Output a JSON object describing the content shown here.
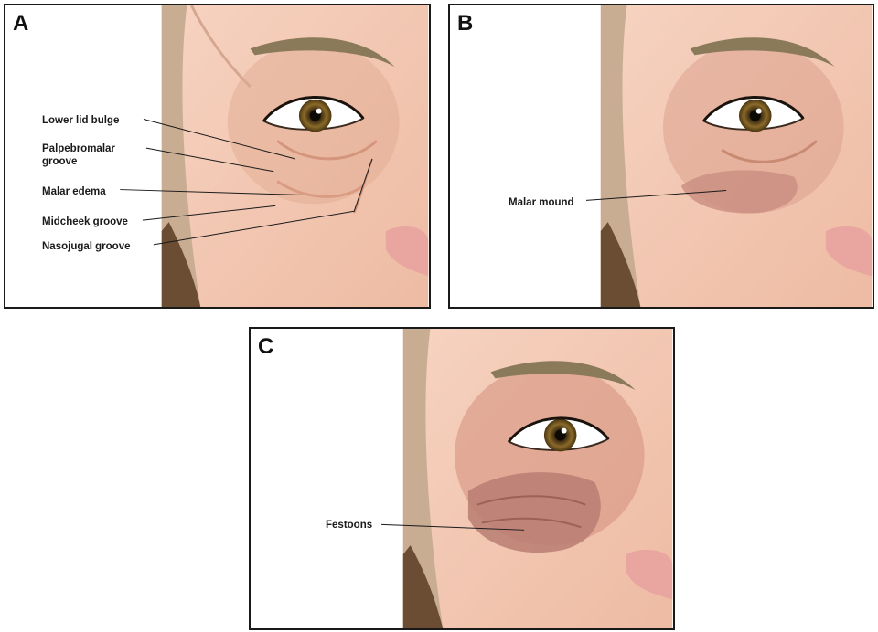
{
  "panels": [
    {
      "letter": "A",
      "labels": {
        "lower_lid_bulge": "Lower lid bulge",
        "palpebromalar_groove": "Palpebromalar groove",
        "malar_edema": "Malar edema",
        "midcheek_groove": "Midcheek groove",
        "nasojugal_groove": "Nasojugal groove"
      }
    },
    {
      "letter": "B",
      "labels": {
        "malar_mound": "Malar mound"
      }
    },
    {
      "letter": "C",
      "labels": {
        "festoons": "Festoons"
      }
    }
  ],
  "colors": {
    "skin": "#f3c9b4",
    "skin_shadow": "#d99e8a",
    "iris": "#8a6a2a",
    "brow": "#8a7a5a",
    "frame": "#1a1a1a"
  }
}
